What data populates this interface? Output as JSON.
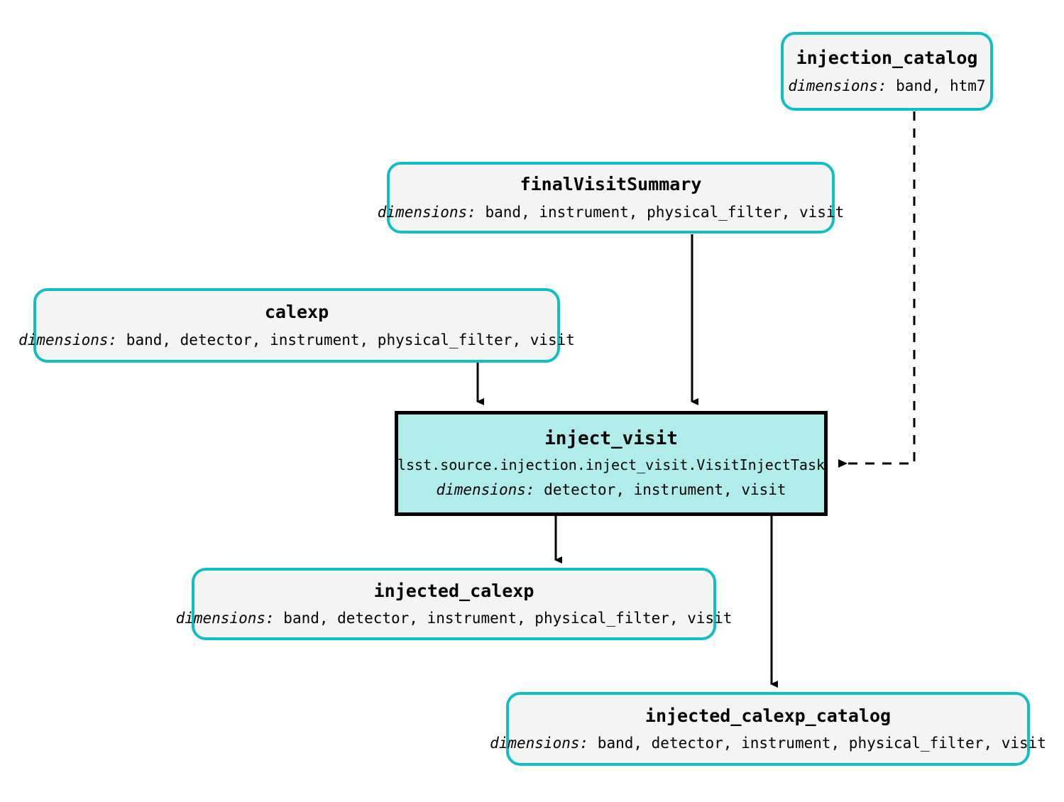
{
  "diagram": {
    "type": "pipeline-task-graph",
    "colors": {
      "dataset_border": "#11bec4",
      "dataset_fill": "#f4f4f4",
      "task_fill": "#b0ecea",
      "task_border": "#000000",
      "edge": "#000000",
      "background": "#ffffff"
    },
    "dimensions_label": "dimensions:"
  },
  "nodes": {
    "injection_catalog": {
      "title": "injection_catalog",
      "dimensions": "band, htm7",
      "kind": "dataset"
    },
    "finalVisitSummary": {
      "title": "finalVisitSummary",
      "dimensions": "band, instrument, physical_filter, visit",
      "kind": "dataset"
    },
    "calexp": {
      "title": "calexp",
      "dimensions": "band, detector, instrument, physical_filter, visit",
      "kind": "dataset"
    },
    "inject_visit": {
      "title": "inject_visit",
      "class_name": "lsst.source.injection.inject_visit.VisitInjectTask",
      "dimensions": "detector, instrument, visit",
      "kind": "task"
    },
    "injected_calexp": {
      "title": "injected_calexp",
      "dimensions": "band, detector, instrument, physical_filter, visit",
      "kind": "dataset"
    },
    "injected_calexp_catalog": {
      "title": "injected_calexp_catalog",
      "dimensions": "band, detector, instrument, physical_filter, visit",
      "kind": "dataset"
    }
  },
  "edges": [
    {
      "from": "injection_catalog",
      "to": "inject_visit",
      "style": "dashed",
      "arrow": "left"
    },
    {
      "from": "finalVisitSummary",
      "to": "inject_visit",
      "style": "solid",
      "arrow": "down"
    },
    {
      "from": "calexp",
      "to": "inject_visit",
      "style": "solid",
      "arrow": "down"
    },
    {
      "from": "inject_visit",
      "to": "injected_calexp",
      "style": "solid",
      "arrow": "down"
    },
    {
      "from": "inject_visit",
      "to": "injected_calexp_catalog",
      "style": "solid",
      "arrow": "down"
    }
  ]
}
